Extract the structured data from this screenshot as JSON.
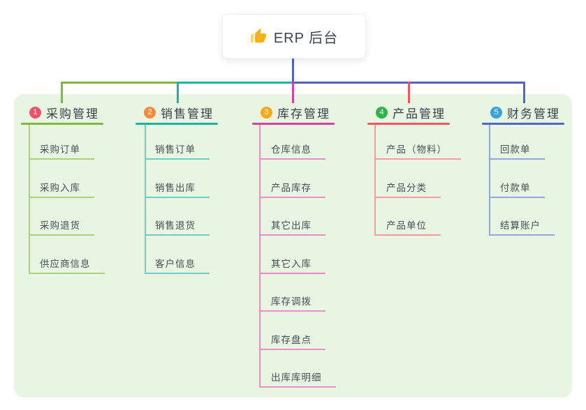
{
  "root": {
    "label": "ERP 后台",
    "icon": "thumbs-up-icon"
  },
  "branches": [
    {
      "badge": "1",
      "label": "采购管理",
      "line_color": "#7cb93e",
      "badge_color": "#f4516c",
      "children": [
        "采购订单",
        "采购入库",
        "采购退货",
        "供应商信息"
      ]
    },
    {
      "badge": "2",
      "label": "销售管理",
      "line_color": "#17b3a3",
      "badge_color": "#f78a3d",
      "children": [
        "销售订单",
        "销售出库",
        "销售退货",
        "客户信息"
      ]
    },
    {
      "badge": "3",
      "label": "库存管理",
      "line_color": "#d6429e",
      "badge_color": "#f9a91b",
      "children": [
        "仓库信息",
        "产品库存",
        "其它出库",
        "其它入库",
        "库存调拨",
        "库存盘点",
        "出库库明细"
      ]
    },
    {
      "badge": "4",
      "label": "产品管理",
      "line_color": "#f2555e",
      "badge_color": "#2fb44a",
      "children": [
        "产品（物料）",
        "产品分类",
        "产品单位"
      ]
    },
    {
      "badge": "5",
      "label": "财务管理",
      "line_color": "#4d68c9",
      "badge_color": "#36a3dc",
      "children": [
        "回款单",
        "付款单",
        "结算账户"
      ]
    }
  ],
  "colors": {
    "panel_background": "#e8f5e2",
    "root_connector": "#4d62c6",
    "text_primary": "#394049",
    "text_secondary": "#484e55"
  }
}
